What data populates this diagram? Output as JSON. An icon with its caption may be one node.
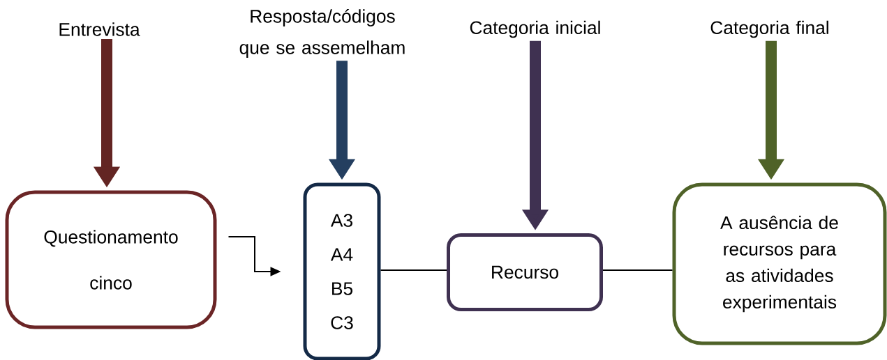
{
  "diagram": {
    "nodes": [
      {
        "text": [
          "Entrevista"
        ]
      },
      {
        "text": [
          "Resposta/códigos que se assemelham"
        ]
      },
      {
        "text": [
          "Categoria inicial"
        ]
      },
      {
        "text": [
          "Categoria final"
        ]
      },
      {
        "text": [
          "Questionamento cinco"
        ]
      },
      {
        "text": [
          "A3",
          "A4",
          "B5",
          "C3"
        ]
      },
      {
        "text": [
          "Recurso"
        ]
      },
      {
        "text": [
          "A ausência de recursos para as atividades experimentais"
        ]
      }
    ],
    "edges": [
      {
        "from": 0,
        "to": 4,
        "arrow": "to",
        "color": "#632523"
      },
      {
        "from": 1,
        "to": 5,
        "arrow": "to",
        "color": "#243f60"
      },
      {
        "from": 2,
        "to": 6,
        "arrow": "to",
        "color": "#3f3151"
      },
      {
        "from": 3,
        "to": 7,
        "arrow": "to",
        "color": "#4f6228"
      },
      {
        "from": 4,
        "to": 5,
        "arrow": "to"
      },
      {
        "from": 5,
        "to": 6,
        "arrow": "none"
      },
      {
        "from": 6,
        "to": 7,
        "arrow": "none"
      }
    ]
  }
}
